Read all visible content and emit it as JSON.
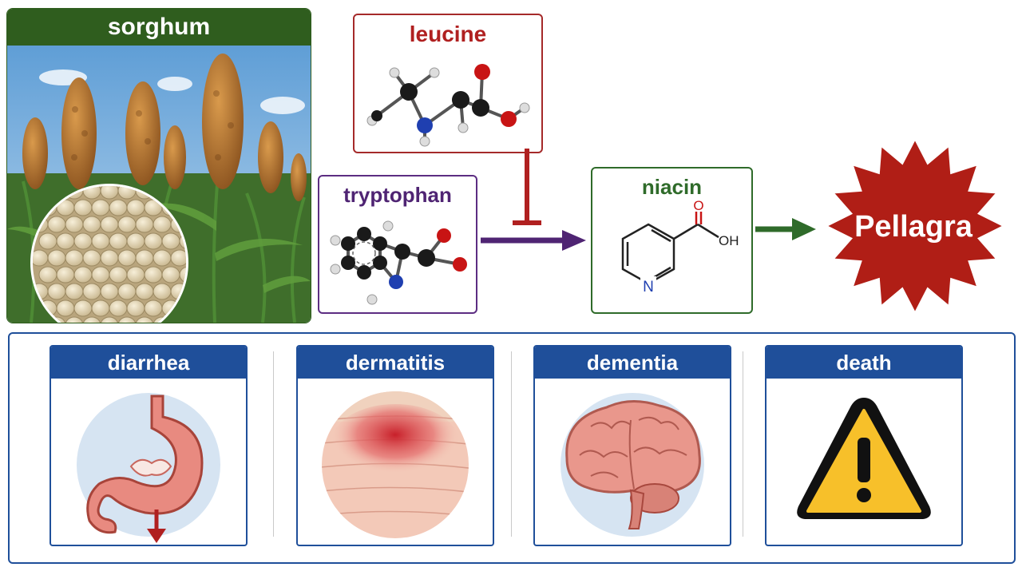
{
  "sorghum": {
    "title": "sorghum"
  },
  "inhibitor": {
    "title": "leucine"
  },
  "precursor": {
    "title": "tryptophan"
  },
  "product": {
    "title": "niacin",
    "ring_atom": "N",
    "group_o": "O",
    "group_oh": "OH"
  },
  "outcome": {
    "label": "Pellagra"
  },
  "symptoms": [
    {
      "label": "diarrhea",
      "icon": "stomach-icon"
    },
    {
      "label": "dermatitis",
      "icon": "skin-icon"
    },
    {
      "label": "dementia",
      "icon": "brain-icon"
    },
    {
      "label": "death",
      "icon": "warning-icon"
    }
  ],
  "colors": {
    "leucine": "#b02020",
    "tryptophan": "#4f2473",
    "niacin": "#2f6b2a",
    "pellagra": "#b01e16",
    "symptom": "#1f4f9a",
    "sorghum": "#2f5d1e"
  }
}
